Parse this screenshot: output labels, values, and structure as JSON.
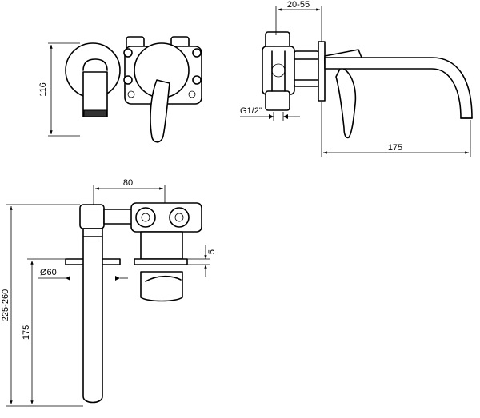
{
  "dimensions": {
    "height_116": "116",
    "width_20_55": "20-55",
    "thread_g12": "G1/2\"",
    "length_175_side": "175",
    "width_80": "80",
    "thickness_5": "5",
    "diameter_60": "Ø60",
    "height_225_260": "225-260",
    "height_175_plan": "175"
  },
  "colors": {
    "line": "#000000",
    "background": "#ffffff"
  }
}
